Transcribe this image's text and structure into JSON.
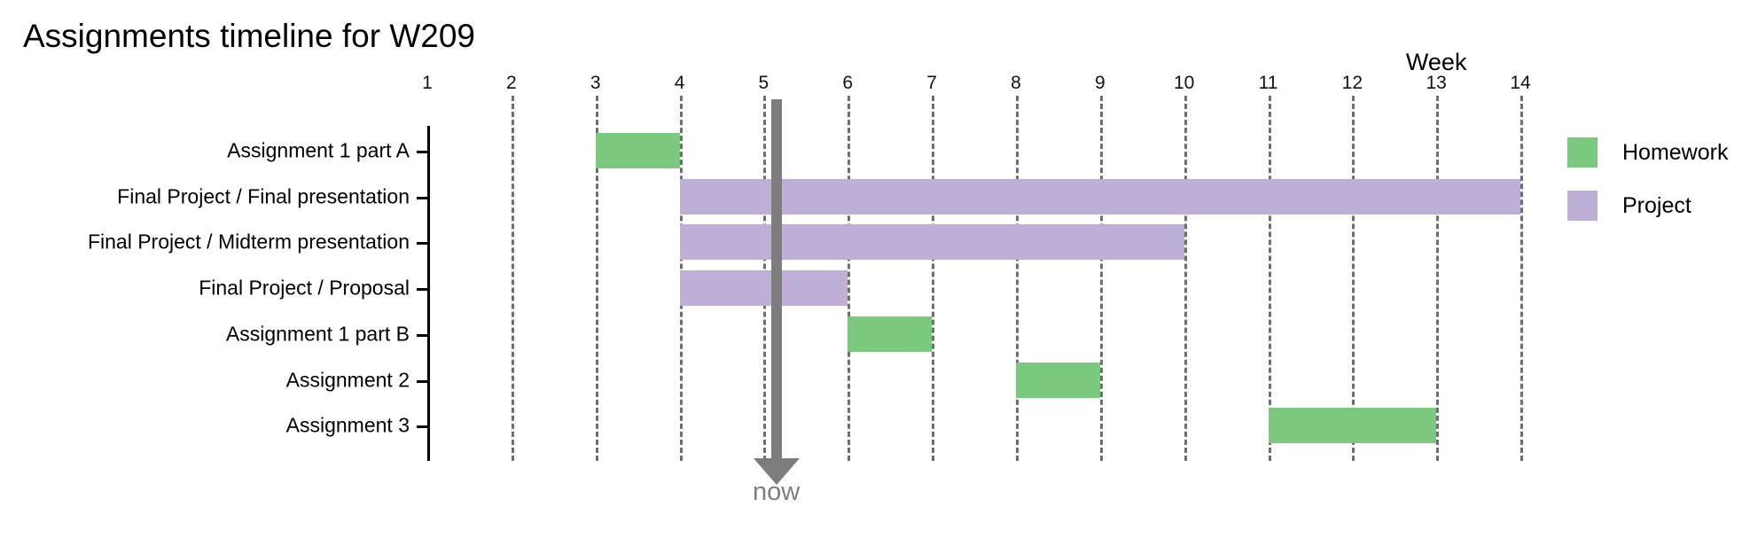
{
  "title": "Assignments timeline for W209",
  "axis": {
    "top_title": "Week",
    "tick_labels": [
      "1",
      "2",
      "3",
      "4",
      "5",
      "6",
      "7",
      "8",
      "9",
      "10",
      "11",
      "12",
      "13",
      "14"
    ]
  },
  "now_marker": {
    "label": "now",
    "week": 5.15,
    "color": "#7d7d7d"
  },
  "legend": {
    "items": [
      {
        "label": "Homework",
        "color": "#7BC87F"
      },
      {
        "label": "Project",
        "color": "#BEAFD6"
      }
    ]
  },
  "colors": {
    "homework": "#7BC87F",
    "project": "#BEAFD6",
    "gridline": "#6e6e6e",
    "axis": "#000000",
    "now": "#7d7d7d"
  },
  "chart_data": {
    "type": "bar",
    "title": "Assignments timeline for W209",
    "xlabel": "Week",
    "ylabel": "",
    "xlim": [
      1,
      14
    ],
    "grid": true,
    "orientation": "horizontal",
    "legend_position": "right",
    "categories": [
      "Assignment 1 part A",
      "Final Project / Final presentation",
      "Final Project / Midterm presentation",
      "Final Project / Proposal",
      "Assignment 1 part B",
      "Assignment 2",
      "Assignment 3"
    ],
    "series": [
      {
        "name": "Homework",
        "color": "#7BC87F"
      },
      {
        "name": "Project",
        "color": "#BEAFD6"
      }
    ],
    "tasks": [
      {
        "name": "Assignment 1 part A",
        "start": 3,
        "end": 4,
        "category": "Homework"
      },
      {
        "name": "Final Project / Final presentation",
        "start": 4,
        "end": 14,
        "category": "Project"
      },
      {
        "name": "Final Project / Midterm presentation",
        "start": 4,
        "end": 10,
        "category": "Project"
      },
      {
        "name": "Final Project / Proposal",
        "start": 4,
        "end": 6,
        "category": "Project"
      },
      {
        "name": "Assignment 1 part B",
        "start": 6,
        "end": 7,
        "category": "Homework"
      },
      {
        "name": "Assignment 2",
        "start": 8,
        "end": 9,
        "category": "Homework"
      },
      {
        "name": "Assignment 3",
        "start": 11,
        "end": 13,
        "category": "Homework"
      }
    ],
    "annotations": [
      {
        "label": "now",
        "x": 5.15
      }
    ]
  }
}
